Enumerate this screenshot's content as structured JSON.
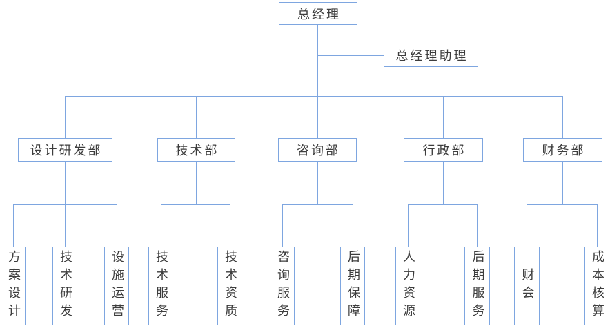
{
  "colors": {
    "line": "#7EA6E0",
    "node_border": "#7EA6E0",
    "text": "#3D3D3D",
    "background": "#FFFFFF"
  },
  "org": {
    "root": {
      "label": "总经理"
    },
    "assistant": {
      "label": "总经理助理"
    },
    "departments": [
      {
        "label": "设计研发部",
        "children": [
          {
            "label": "方案设计"
          },
          {
            "label": "技术研发"
          },
          {
            "label": "设施运营"
          }
        ]
      },
      {
        "label": "技术部",
        "children": [
          {
            "label": "技术服务"
          },
          {
            "label": "技术资质"
          }
        ]
      },
      {
        "label": "咨询部",
        "children": [
          {
            "label": "咨询服务"
          },
          {
            "label": "后期保障"
          }
        ]
      },
      {
        "label": "行政部",
        "children": [
          {
            "label": "人力资源"
          },
          {
            "label": "后期服务"
          }
        ]
      },
      {
        "label": "财务部",
        "children": [
          {
            "label": "财会"
          },
          {
            "label": "成本核算"
          }
        ]
      }
    ]
  }
}
